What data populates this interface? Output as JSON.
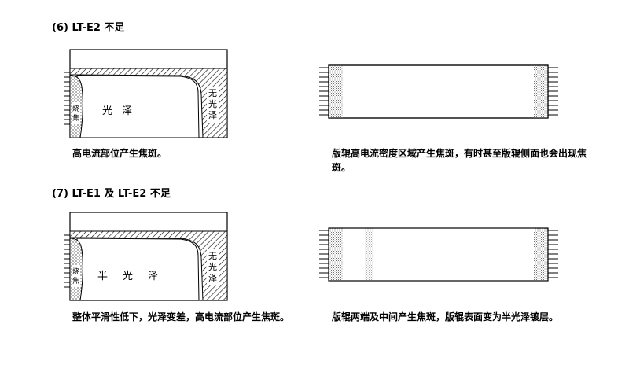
{
  "section6": {
    "heading": "(6) LT-E2 不足",
    "left_panel": {
      "burn_label": [
        "烧",
        "焦"
      ],
      "center_label": [
        "光",
        "泽"
      ],
      "side_label": [
        "无",
        "光",
        "泽"
      ]
    },
    "left_caption": "高电流部位产生焦斑。",
    "right_caption": "版辊高电流密度区域产生焦斑，有时甚至版辊侧面也会出现焦斑。"
  },
  "section7": {
    "heading": "(7) LT-E1 及 LT-E2 不足",
    "left_panel": {
      "burn_label": [
        "烧",
        "焦"
      ],
      "center_label": [
        "半",
        "光",
        "泽"
      ],
      "side_label": [
        "无",
        "光",
        "泽"
      ]
    },
    "left_caption": "整体平滑性低下，光泽变差，高电流部位产生焦斑。",
    "right_caption": "版辊两端及中间产生焦斑，版辊表面变为半光泽镀层。"
  }
}
